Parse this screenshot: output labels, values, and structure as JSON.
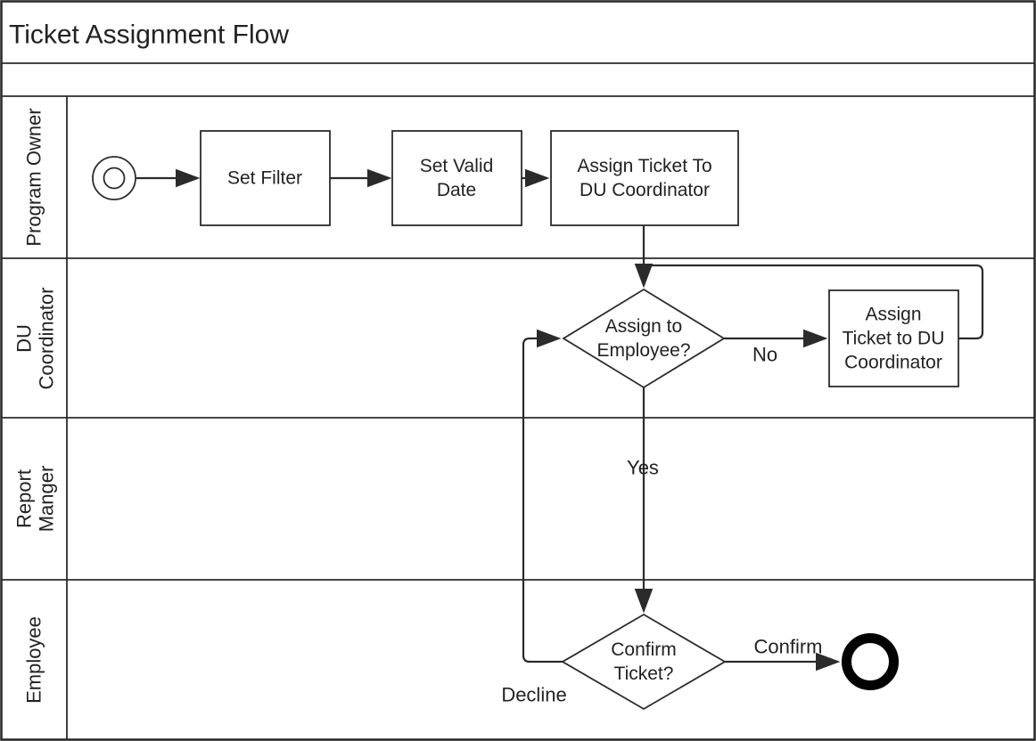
{
  "diagram": {
    "title": "Ticket Assignment Flow",
    "lanes": [
      {
        "id": "program-owner",
        "label_lines": [
          "Program Owner"
        ]
      },
      {
        "id": "du-coordinator",
        "label_lines": [
          "DU",
          "Coordinator"
        ]
      },
      {
        "id": "report-manger",
        "label_lines": [
          "Report",
          "Manger"
        ]
      },
      {
        "id": "employee",
        "label_lines": [
          "Employee"
        ]
      }
    ],
    "nodes": {
      "start_event": {
        "type": "start-event"
      },
      "set_filter": {
        "type": "task",
        "lines": [
          "Set Filter"
        ]
      },
      "set_valid_date": {
        "type": "task",
        "lines": [
          "Set Valid",
          "Date"
        ]
      },
      "assign_ticket_to_du_coordinator": {
        "type": "task",
        "lines": [
          "Assign Ticket To",
          "DU Coordinator"
        ]
      },
      "assign_to_employee_gateway": {
        "type": "gateway",
        "lines": [
          "Assign to",
          "Employee?"
        ]
      },
      "assign_ticket_to_du_coordinator_2": {
        "type": "task",
        "lines": [
          "Assign",
          "Ticket to DU",
          "Coordinator"
        ]
      },
      "confirm_ticket_gateway": {
        "type": "gateway",
        "lines": [
          "Confirm",
          "Ticket?"
        ]
      },
      "end_event": {
        "type": "end-event"
      }
    },
    "edge_labels": {
      "no": "No",
      "yes": "Yes",
      "confirm": "Confirm",
      "decline": "Decline"
    },
    "colors": {
      "stroke": "#2b2b2b",
      "background": "#ffffff"
    }
  }
}
